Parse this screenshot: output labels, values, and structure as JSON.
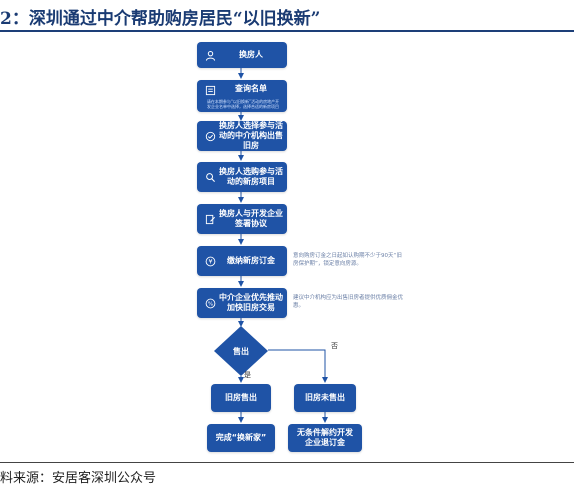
{
  "title": "2：深圳通过中介帮助购房居民“以旧换新”",
  "source": "料来源：安居客深圳公众号",
  "colors": {
    "box": "#1f53a6",
    "line": "#1f53a6",
    "note": "#6a7fa6"
  },
  "steps": [
    {
      "label": "换房人",
      "icon": "user-icon"
    },
    {
      "label": "查询名单",
      "icon": "list-icon",
      "detail": "请在本期参与“以旧换新”活动的房地产开发企业名单中选择，选择合适的新房项目"
    },
    {
      "label": "换房人选择参与活动的中介机构出售旧房",
      "icon": "check-icon"
    },
    {
      "label": "换房人选购参与活动的新房项目",
      "icon": "search-icon"
    },
    {
      "label": "换房人与开发企业签署协议",
      "icon": "sign-icon"
    },
    {
      "label": "缴纳新房订金",
      "icon": "yuan-icon"
    },
    {
      "label": "中介企业优先推动加快旧房交易",
      "icon": "percent-icon"
    }
  ],
  "notes": [
    "意向购房订金之日起如认购期不少于90天“旧房保护期”，锁定意向房源。",
    "建议中介机构应为出售旧房者提供优质佣金优惠。"
  ],
  "decision": {
    "label": "售出",
    "yes": "是",
    "no": "否"
  },
  "yes_branch": {
    "result": "旧房售出",
    "outcome": "完成“换新家”"
  },
  "no_branch": {
    "result": "旧房未售出",
    "outcome": "无条件解约开发企业退订金"
  }
}
